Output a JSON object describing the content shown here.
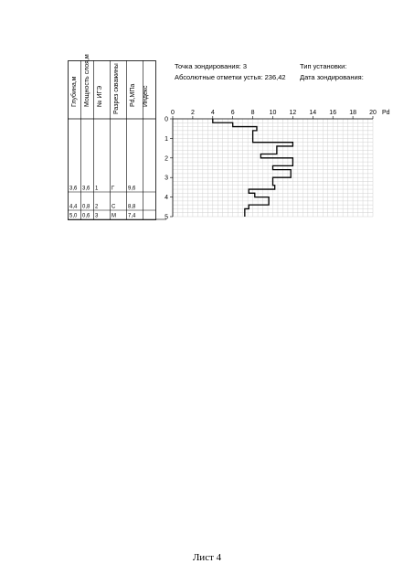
{
  "table": {
    "headers": [
      "Глубина,м",
      "Мощность слоя,м",
      "№ ИГЭ",
      "Разрез скважины",
      "Pd,МПа",
      "Индекс"
    ],
    "rows": [
      [
        "3,6",
        "3,6",
        "1",
        "Г",
        "9,6",
        ""
      ],
      [
        "4,4",
        "0,8",
        "2",
        "С",
        "8,8",
        ""
      ],
      [
        "5,0",
        "0,6",
        "3",
        "М",
        "7,4",
        ""
      ]
    ]
  },
  "info": {
    "point_label": "Точка зондирования: 3",
    "abs_label": "Абсолютные отметки устья: 236,42",
    "install_label": "Тип установки:",
    "date_label": "Дата зондирования:"
  },
  "chart_data": {
    "type": "line",
    "xlabel": "Pd",
    "ylabel": "",
    "xlim": [
      0,
      20
    ],
    "ylim": [
      0,
      5
    ],
    "y_inverted": true,
    "x_ticks": [
      "0",
      "2",
      "4",
      "6",
      "8",
      "10",
      "12",
      "14",
      "16",
      "18",
      "20"
    ],
    "y_ticks": [
      "0",
      "1",
      "2",
      "3",
      "4",
      "5"
    ],
    "grid": true,
    "series": [
      {
        "points": [
          [
            4.0,
            0.0
          ],
          [
            4.0,
            0.2
          ],
          [
            6.0,
            0.2
          ],
          [
            6.0,
            0.4
          ],
          [
            8.4,
            0.4
          ],
          [
            8.4,
            0.6
          ],
          [
            8.0,
            0.6
          ],
          [
            8.0,
            1.0
          ],
          [
            8.0,
            1.0
          ],
          [
            8.0,
            1.2
          ],
          [
            10.6,
            1.2
          ],
          [
            10.6,
            1.2
          ],
          [
            12.0,
            1.2
          ],
          [
            12.0,
            1.4
          ],
          [
            10.4,
            1.4
          ],
          [
            10.4,
            1.8
          ],
          [
            8.8,
            1.8
          ],
          [
            8.8,
            2.0
          ],
          [
            12.0,
            2.0
          ],
          [
            12.0,
            2.4
          ],
          [
            10.0,
            2.4
          ],
          [
            10.0,
            2.6
          ],
          [
            11.8,
            2.6
          ],
          [
            11.8,
            3.0
          ],
          [
            10.0,
            3.0
          ],
          [
            10.0,
            3.4
          ],
          [
            10.2,
            3.4
          ],
          [
            10.2,
            3.6
          ],
          [
            7.6,
            3.6
          ],
          [
            7.6,
            3.8
          ],
          [
            8.2,
            3.8
          ],
          [
            8.2,
            4.0
          ],
          [
            9.6,
            4.0
          ],
          [
            9.6,
            4.4
          ],
          [
            7.6,
            4.4
          ],
          [
            7.6,
            4.6
          ],
          [
            7.2,
            4.6
          ],
          [
            7.2,
            5.0
          ]
        ]
      }
    ]
  },
  "footer": "Лист 4"
}
